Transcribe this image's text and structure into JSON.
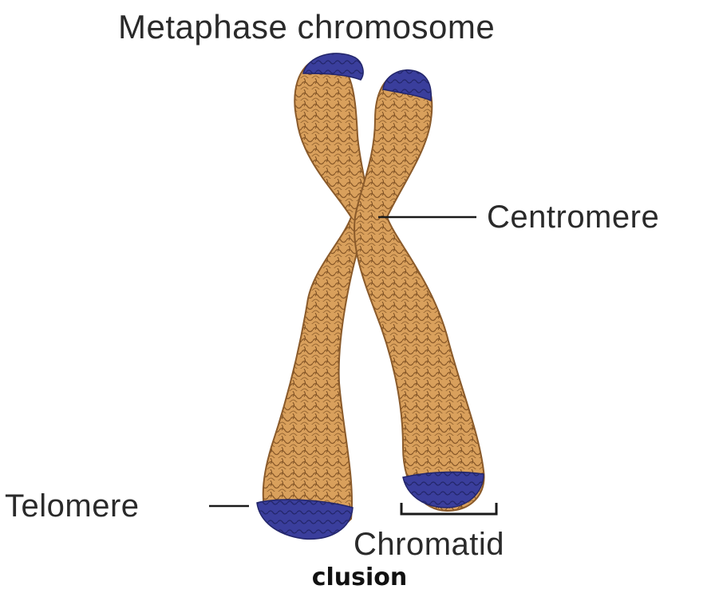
{
  "diagram": {
    "title": "Metaphase chromosome",
    "labels": {
      "centromere": "Centromere",
      "telomere": "Telomere",
      "chromatid": "Chromatid"
    },
    "caption": "clusion"
  },
  "colors": {
    "chromatin": "#d9a05c",
    "chromatin_dark": "#8a5a2a",
    "telomere": "#3a3e9c",
    "line": "#1a1a1a",
    "text": "#2a2a2a"
  }
}
